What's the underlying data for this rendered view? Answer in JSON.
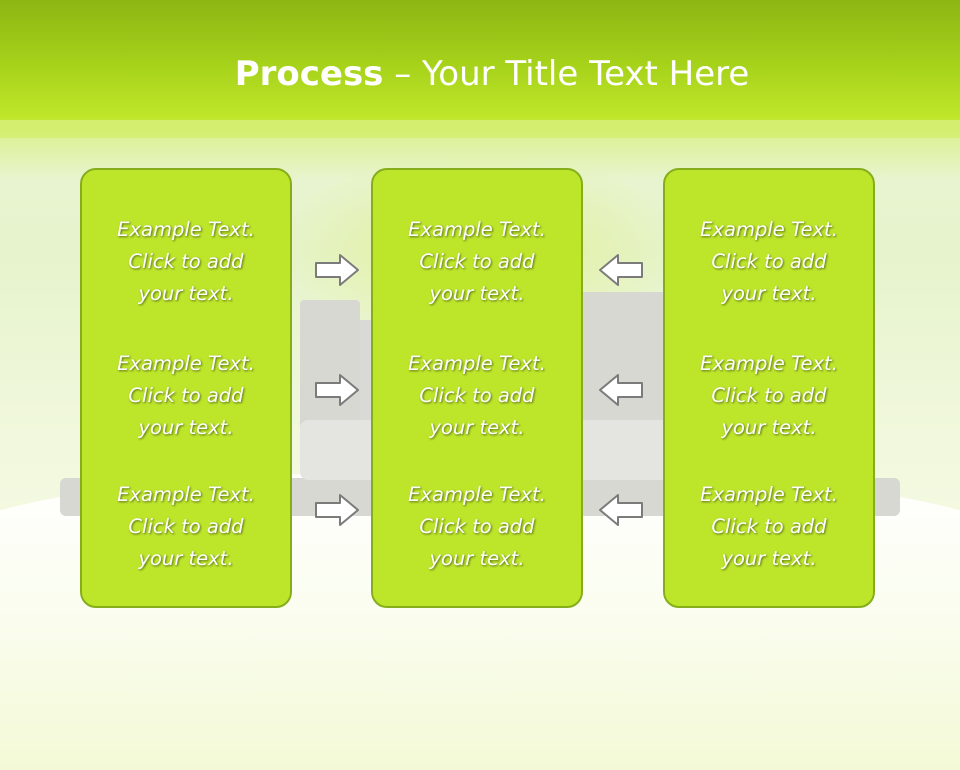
{
  "title": {
    "bold": "Process",
    "rest": " – Your Title Text Here"
  },
  "columns": [
    {
      "cells": [
        {
          "line1": "Example Text.",
          "line2": "Click  to add",
          "line3": "your text."
        },
        {
          "line1": "Example Text.",
          "line2": "Click  to add",
          "line3": "your text."
        },
        {
          "line1": "Example Text.",
          "line2": "Click  to add",
          "line3": "your text."
        }
      ]
    },
    {
      "cells": [
        {
          "line1": "Example Text.",
          "line2": "Click  to add",
          "line3": "your text."
        },
        {
          "line1": "Example Text.",
          "line2": "Click  to add",
          "line3": "your text."
        },
        {
          "line1": "Example Text.",
          "line2": "Click  to add",
          "line3": "your text."
        }
      ]
    },
    {
      "cells": [
        {
          "line1": "Example Text.",
          "line2": "Click  to add",
          "line3": "your text."
        },
        {
          "line1": "Example Text.",
          "line2": "Click  to add",
          "line3": "your text."
        },
        {
          "line1": "Example Text.",
          "line2": "Click  to add",
          "line3": "your text."
        }
      ]
    }
  ],
  "arrows": {
    "left_group": {
      "icon": "arrow-right-icon"
    },
    "right_group": {
      "icon": "arrow-left-icon"
    }
  },
  "colors": {
    "box_fill": "#bde62b",
    "box_border": "#86ae1b",
    "header": "#a5d11a"
  }
}
